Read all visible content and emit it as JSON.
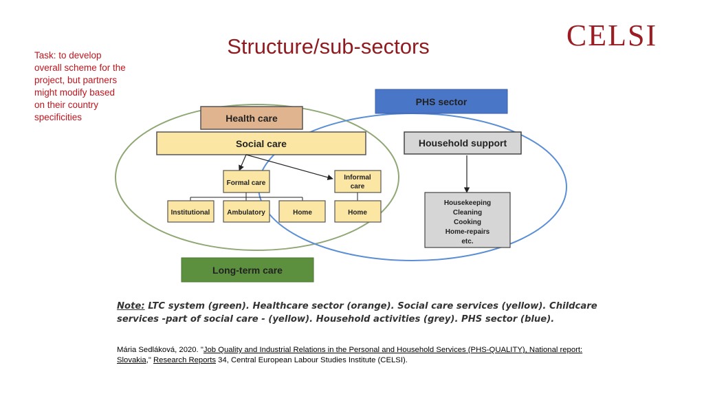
{
  "slide": {
    "title": "Structure/sub-sectors",
    "task_note": "Task: to develop overall scheme for the project, but partners might modify based on their country specificities",
    "logo_text": "CELSI"
  },
  "diagram": {
    "phs_sector": "PHS sector",
    "health_care": "Health care",
    "social_care": "Social care",
    "household_support": "Household support",
    "formal_care": "Formal care",
    "informal_care_line1": "Informal",
    "informal_care_line2": "care",
    "institutional": "Institutional",
    "ambulatory": "Ambulatory",
    "home_formal": "Home",
    "home_informal": "Home",
    "household_activities": [
      "Housekeeping",
      "Cleaning",
      "Cooking",
      "Home-repairs",
      "etc."
    ],
    "long_term_care": "Long-term care",
    "colors": {
      "health_care_fill": "#e0b48e",
      "social_care_fill": "#fbe6a4",
      "phs_fill": "#4a76c8",
      "grey_fill": "#d6d6d6",
      "ltc_fill": "#5c8f3e",
      "ltc_ellipse": "#8fa774",
      "phs_ellipse": "#5b8ed6"
    }
  },
  "note": {
    "label": "Note:",
    "text": " LTC system (green). Healthcare sector (orange). Social care services (yellow). Childcare services -part of social care - (yellow). Household activities (grey). PHS sector (blue)."
  },
  "citation": {
    "prefix": "Mária Sedláková, 2020. \"",
    "link1": "Job Quality and Industrial Relations in the Personal and Household Services (PHS-QUALITY), National report: Slovakia",
    "middle": ",\" ",
    "link2": "Research Reports",
    "suffix": " 34, Central European Labour Studies Institute (CELSI)."
  }
}
